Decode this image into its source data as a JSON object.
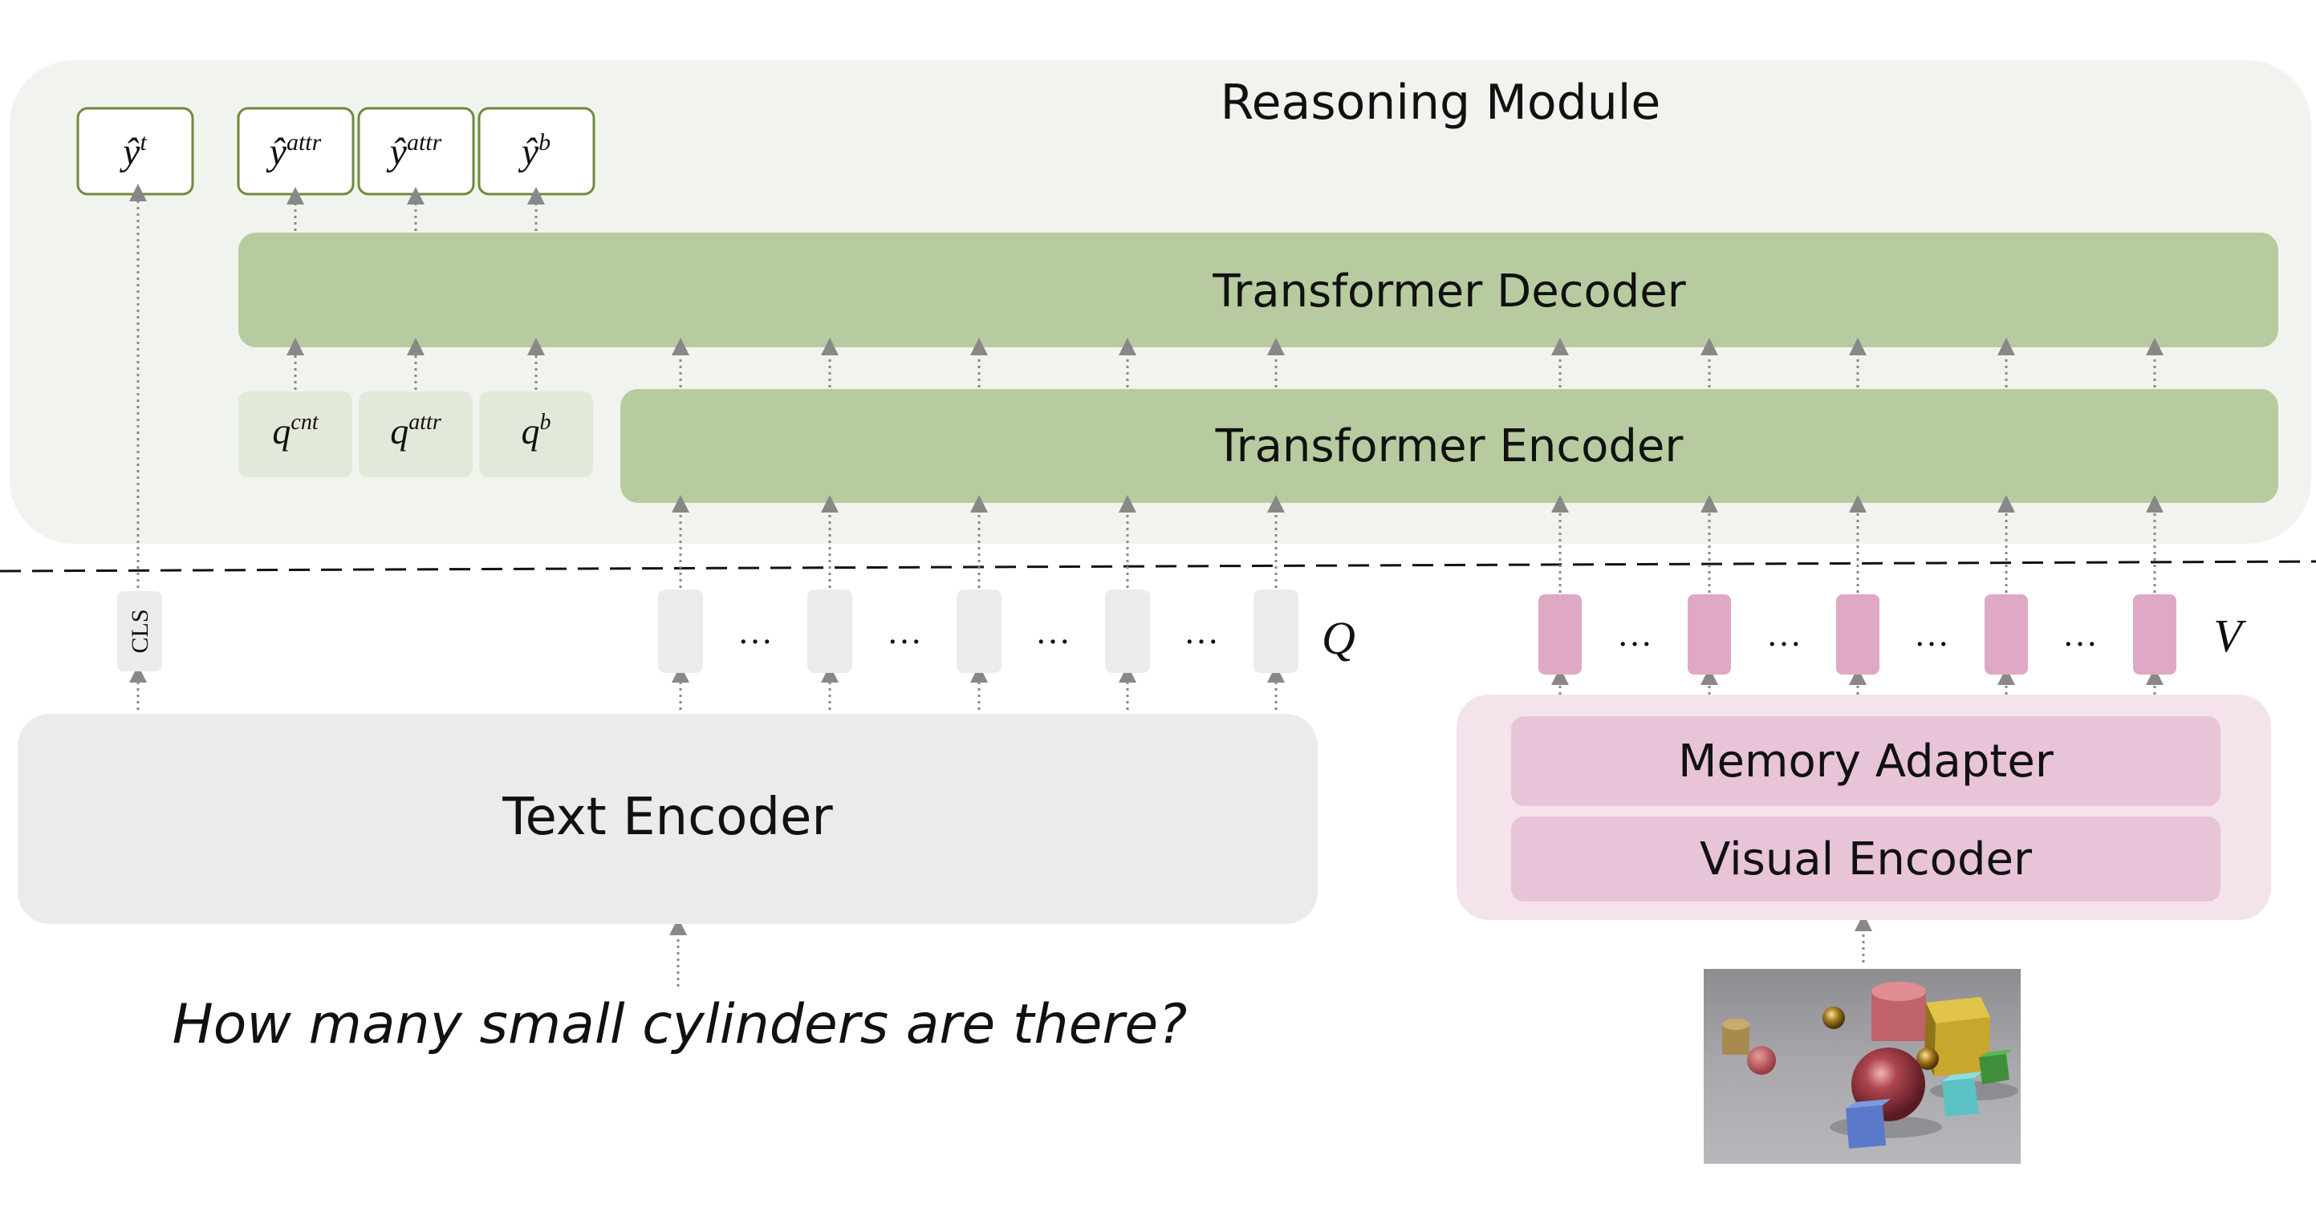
{
  "reasoning_module": {
    "title": "Reasoning Module",
    "decoder_label": "Transformer Decoder",
    "encoder_label": "Transformer Encoder",
    "outputs": [
      {
        "base": "ŷ",
        "sup": "t"
      },
      {
        "base": "ŷ",
        "sup": "attr"
      },
      {
        "base": "ŷ",
        "sup": "attr"
      },
      {
        "base": "ŷ",
        "sup": "b"
      }
    ],
    "queries": [
      {
        "base": "q",
        "sup": "cnt"
      },
      {
        "base": "q",
        "sup": "attr"
      },
      {
        "base": "q",
        "sup": "b"
      }
    ]
  },
  "tokens": {
    "cls_label": "CLS",
    "ellipsis": "…",
    "text_token_symbol": "Q",
    "visual_token_symbol": "V"
  },
  "text_encoder": {
    "label": "Text Encoder",
    "question": "How many small cylinders are there?"
  },
  "visual_branch": {
    "memory_adapter_label": "Memory Adapter",
    "visual_encoder_label": "Visual Encoder"
  },
  "colors": {
    "reasoning_bg": "#f1f4ee",
    "transformer_green": "#b8cba0",
    "query_box": "#e2e9da",
    "output_border": "#6f8a3c",
    "text_encoder_bg": "#ebebeb",
    "token_gray": "#ebebeb",
    "visual_panel_bg": "#f5e3ec",
    "visual_box": "#e8c4d8",
    "visual_token": "#dfa9c6",
    "arrow": "#888888"
  }
}
